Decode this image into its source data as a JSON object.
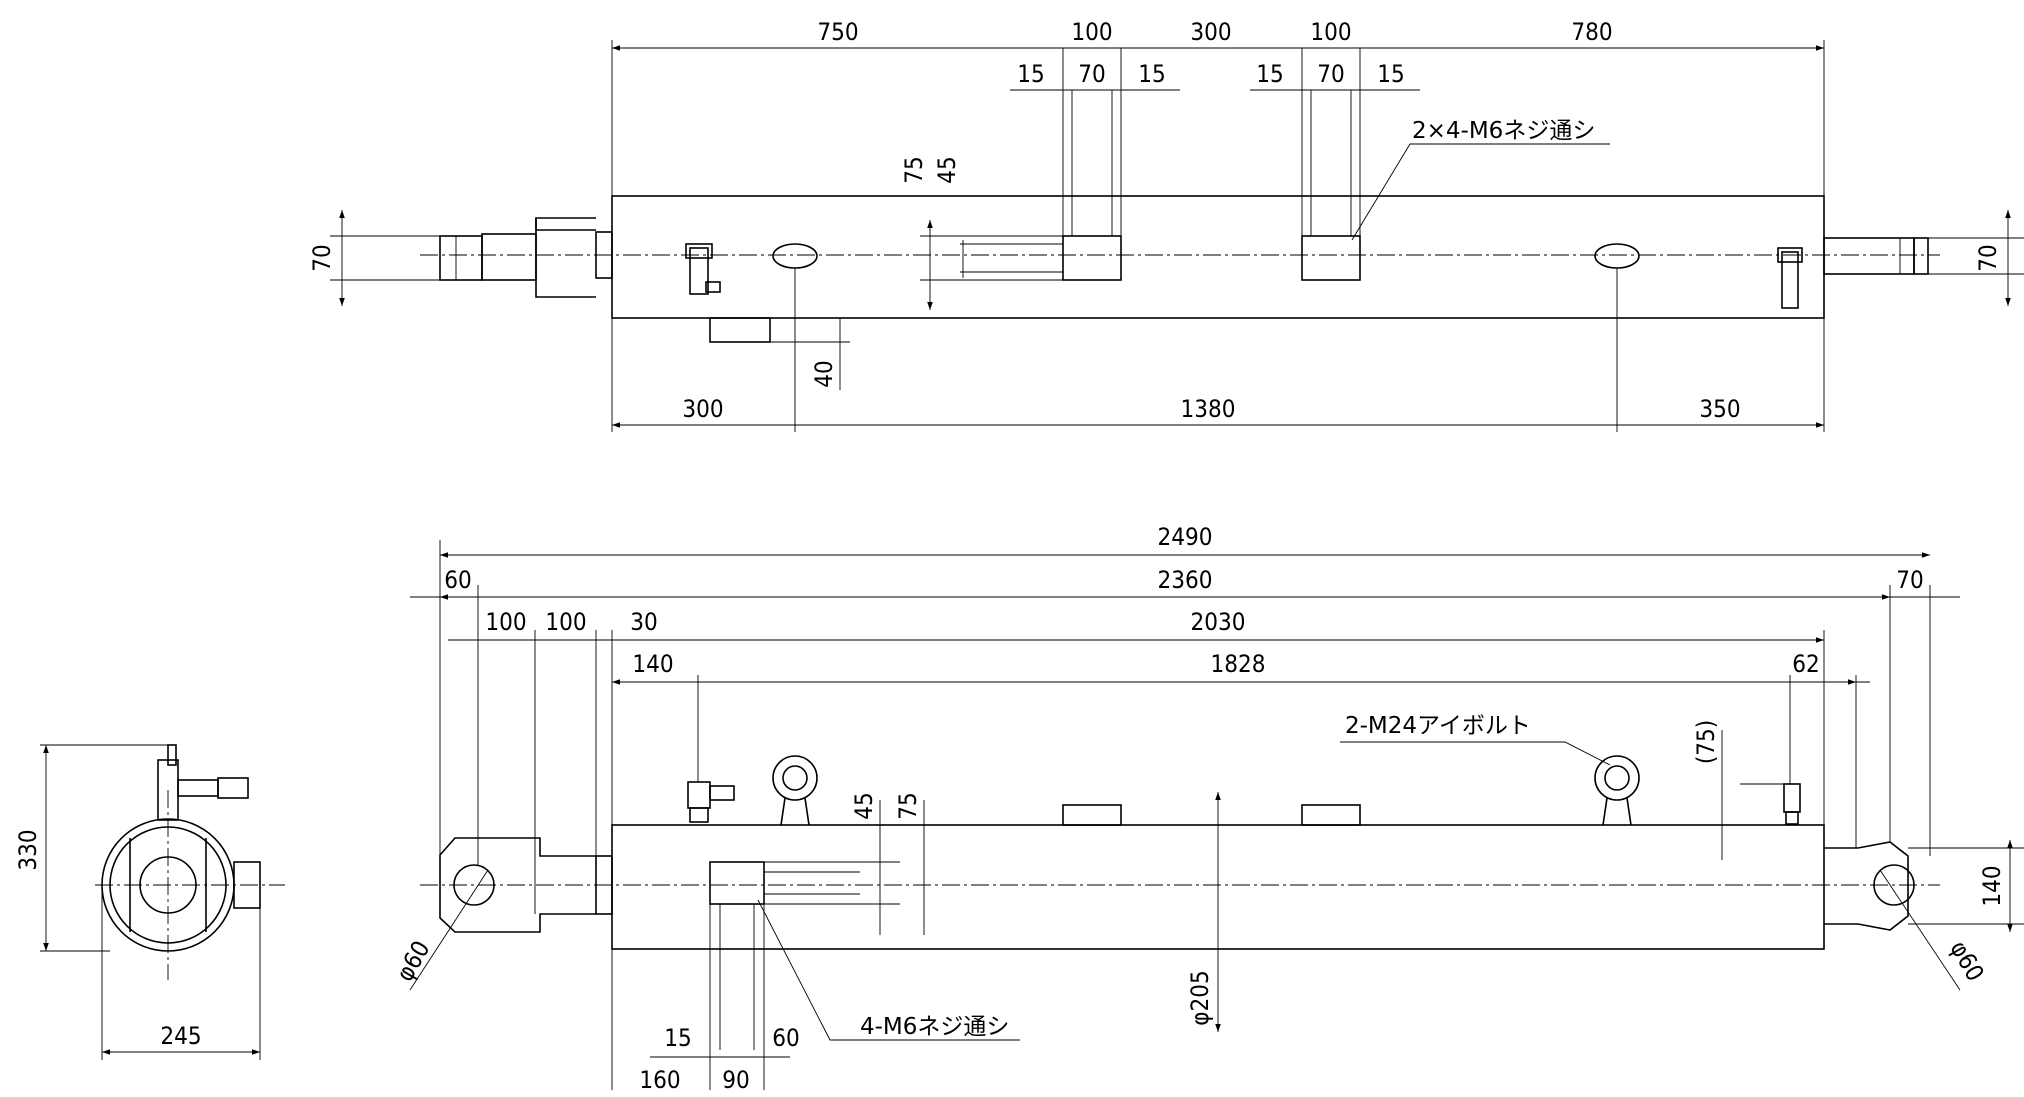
{
  "views": {
    "top": {
      "dims": [
        "750",
        "100",
        "300",
        "100",
        "780",
        "15",
        "70",
        "15",
        "15",
        "70",
        "15",
        "75",
        "45",
        "70",
        "70",
        "40",
        "300",
        "1380",
        "350"
      ],
      "note": "2×4-M6ネジ通シ"
    },
    "front": {
      "dims": [
        "2490",
        "60",
        "2360",
        "70",
        "100",
        "100",
        "30",
        "2030",
        "140",
        "1828",
        "62",
        "(75)",
        "45",
        "75",
        "140",
        "φ60",
        "φ60",
        "φ205",
        "15",
        "60",
        "160",
        "90"
      ],
      "note_eyebolt": "2-M24アイボルト",
      "note_holes": "4-M6ネジ通シ"
    },
    "side": {
      "dims": [
        "330",
        "245"
      ]
    }
  }
}
